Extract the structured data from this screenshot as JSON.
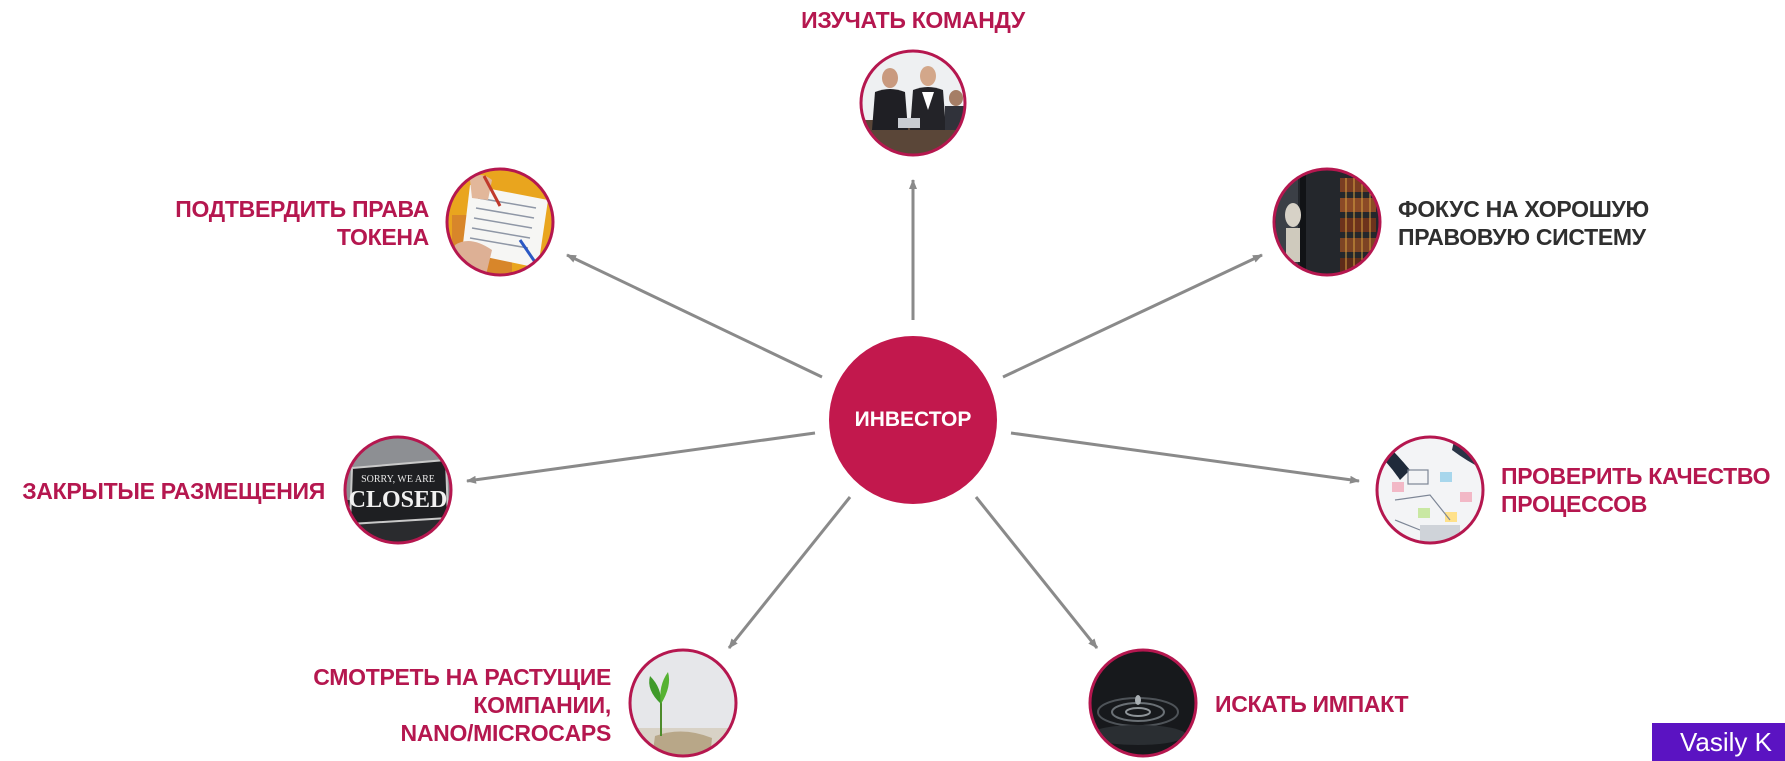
{
  "center": {
    "label": "ИНВЕСТОР",
    "color": "#c2184d"
  },
  "colors": {
    "accent": "#b5174f",
    "dark_text": "#2f2f2f",
    "arrow": "#8a8a8a",
    "badge": "#5b13c2"
  },
  "nodes": [
    {
      "id": "team",
      "label": "ИЗУЧАТЬ КОМАНДУ",
      "image": "business-team-photo-icon"
    },
    {
      "id": "token-rights",
      "label": "ПОДТВЕРДИТЬ ПРАВА\nТОКЕНА",
      "image": "signing-document-photo-icon"
    },
    {
      "id": "legal-system",
      "label": "ФОКУС НА ХОРОШУЮ\nПРАВОВУЮ СИСТЕМУ",
      "image": "library-bookshelf-photo-icon"
    },
    {
      "id": "closed-placements",
      "label": "ЗАКРЫТЫЕ РАЗМЕЩЕНИЯ",
      "image": "closed-sign-photo-icon",
      "sign_text": [
        "SORRY, WE ARE",
        "CLOSED"
      ]
    },
    {
      "id": "process-quality",
      "label": "ПРОВЕРИТЬ КАЧЕСТВО\nПРОЦЕССОВ",
      "image": "planning-notes-photo-icon"
    },
    {
      "id": "growing-companies",
      "label": "СМОТРЕТЬ НА РАСТУЩИЕ\nКОМПАНИИ,\nNANO/MICROCAPS",
      "image": "sprout-photo-icon"
    },
    {
      "id": "impact",
      "label": "ИСКАТЬ ИМПАКТ",
      "image": "water-drop-photo-icon"
    }
  ],
  "corner_badge": {
    "text": "Vasily K"
  }
}
